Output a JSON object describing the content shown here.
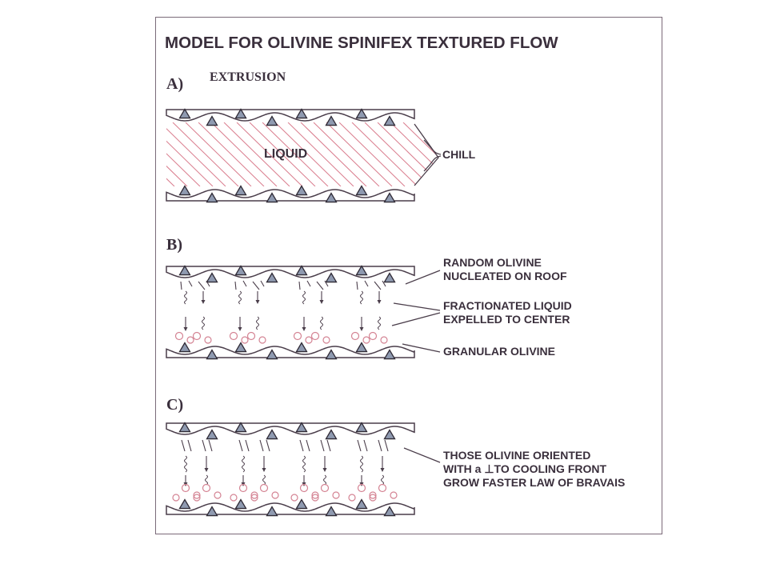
{
  "title": "MODEL FOR OLIVINE SPINIFEX TEXTURED FLOW",
  "panel_a": {
    "label": "A)",
    "heading": "EXTRUSION",
    "liquid_label": "LIQUID",
    "chill_label": "CHILL"
  },
  "panel_b": {
    "label": "B)",
    "annotations": [
      {
        "lines": [
          "RANDOM OLIVINE",
          "NUCLEATED ON ROOF"
        ]
      },
      {
        "lines": [
          "FRACTIONATED LIQUID",
          "EXPELLED TO CENTER"
        ]
      },
      {
        "lines": [
          "GRANULAR OLIVINE"
        ]
      }
    ]
  },
  "panel_c": {
    "label": "C)",
    "annotation_lines": [
      "THOSE OLIVINE ORIENTED",
      "WITH  a  ⊥TO COOLING FRONT",
      "GROW FASTER LAW OF BRAVAIS"
    ]
  },
  "colors": {
    "ink": "#3a2f3c",
    "crystal_fill": "#8f9ab0",
    "liquid_hatch": "#d97b8c",
    "granule": "#d48393"
  }
}
